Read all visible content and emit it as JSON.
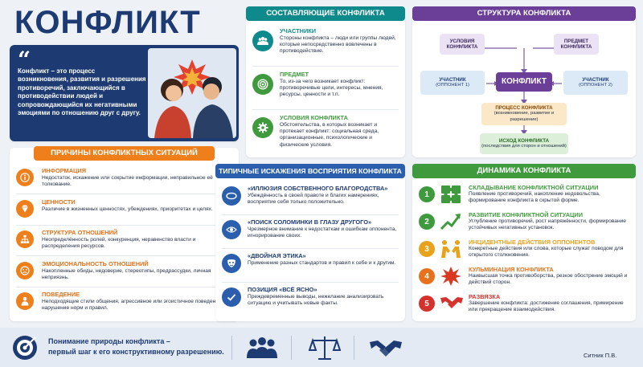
{
  "title": "КОНФЛИКТ",
  "definition": "Конфликт – это процесс возникновения, развития и разрешения противоречий, заключающийся в противодействии людей и сопровождающийся их негативными эмоциями по отношению друг с другу.",
  "components": {
    "header": "СОСТАВЛЯЮЩИЕ КОНФЛИКТА",
    "items": [
      {
        "title": "УЧАСТНИКИ",
        "text": "Стороны конфликта – люди или группы людей, которые непосредственно вовлечены в противодействие.",
        "icon": "people-icon"
      },
      {
        "title": "ПРЕДМЕТ",
        "text": "То, из-за чего возникает конфликт: противоречивые цели, интересы, мнения, ресурсы, ценности и т.п.",
        "icon": "target-icon"
      },
      {
        "title": "УСЛОВИЯ КОНФЛИКТА",
        "text": "Обстоятельства, в которых возникает и протекает конфликт: социальная среда, организационные, психологические и физические условия.",
        "icon": "gear-icon"
      }
    ]
  },
  "structure": {
    "header": "СТРУКТУРА КОНФЛИКТА",
    "conditions": "УСЛОВИЯ КОНФЛИКТА",
    "subject": "ПРЕДМЕТ КОНФЛИКТА",
    "conflict": "КОНФЛИКТ",
    "participant1": "УЧАСТНИК",
    "participant1_sub": "(ОППОНЕНТ 1)",
    "participant2": "УЧАСТНИК",
    "participant2_sub": "(ОППОНЕНТ 2)",
    "process": "ПРОЦЕСС КОНФЛИКТА",
    "process_sub": "(возникновение, развитие и разрешение)",
    "outcome": "ИСХОД КОНФЛИКТА",
    "outcome_sub": "(последствия для сторон и отношений)"
  },
  "causes": {
    "header": "ПРИЧИНЫ КОНФЛИКТНЫХ СИТУАЦИЙ",
    "items": [
      {
        "title": "ИНФОРМАЦИЯ",
        "text": "Недостаток, искажение или сокрытие информации, неправильное её толкование.",
        "icon": "info-icon"
      },
      {
        "title": "ЦЕННОСТИ",
        "text": "Различие в жизненных ценностях, убеждениях, приоритетах и целях.",
        "icon": "diamond-icon"
      },
      {
        "title": "СТРУКТУРА ОТНОШЕНИЙ",
        "text": "Неопределённость ролей, конкуренция, неравенство власти и распределения ресурсов.",
        "icon": "hierarchy-icon"
      },
      {
        "title": "ЭМОЦИОНАЛЬНОСТЬ ОТНОШЕНИЙ",
        "text": "Накопленные обиды, недоверие, стереотипы, предрассудки, личная неприязнь.",
        "icon": "emotion-icon"
      },
      {
        "title": "ПОВЕДЕНИЕ",
        "text": "Неподходящие стили общения, агрессивное или эгоистичное поведение, нарушение норм и правил.",
        "icon": "person-icon"
      }
    ]
  },
  "distortions": {
    "header": "ТИПИЧНЫЕ ИСКАЖЕНИЯ ВОСПРИЯТИЯ КОНФЛИКТА",
    "items": [
      {
        "title": "«ИЛЛЮЗИЯ СОБСТВЕННОГО БЛАГОРОДСТВА»",
        "text": "Убеждённость в своей правоте и благих намерениях, восприятие себя только положительно.",
        "icon": "halo-icon"
      },
      {
        "title": "«ПОИСК СОЛОМИНКИ В ГЛАЗУ ДРУГОГО»",
        "text": "Чрезмерное внимание к недостаткам и ошибкам оппонента, игнорирование своих.",
        "icon": "eye-icon"
      },
      {
        "title": "«ДВОЙНАЯ ЭТИКА»",
        "text": "Применение разных стандартов и правил к себе и к другим.",
        "icon": "mask-icon"
      },
      {
        "title": "ПОЗИЦИЯ «ВСЁ ЯСНО»",
        "text": "Преждевременные выводы, нежелание анализировать ситуацию и учитывать новые факты.",
        "icon": "check-icon"
      }
    ]
  },
  "dynamics": {
    "header": "ДИНАМИКА КОНФЛИКТА",
    "items": [
      {
        "num": "1",
        "title": "СКЛАДЫВАНИЕ КОНФЛИКТНОЙ СИТУАЦИИ",
        "text": "Появление противоречий, накопление недовольства, формирование конфликта в скрытой форме.",
        "icon": "puzzle-icon",
        "color": "#3f9a3d"
      },
      {
        "num": "2",
        "title": "РАЗВИТИЕ КОНФЛИКТНОЙ СИТУАЦИИ",
        "text": "Углубление противоречий, рост напряжённости, формирование устойчивых негативных установок.",
        "icon": "rising-chart-icon",
        "color": "#3f9a3d"
      },
      {
        "num": "3",
        "title": "ИНЦИДЕНТНЫЕ ДЕЙСТВИЯ ОППОНЕНТОВ",
        "text": "Конкретные действия или слова, которые служат поводом для открытого столкновения.",
        "icon": "clash-icon",
        "color": "#e8a21c"
      },
      {
        "num": "4",
        "title": "КУЛЬМИНАЦИЯ КОНФЛИКТА",
        "text": "Наивысшая точка противоборства, резкое обострение эмоций и действий сторон.",
        "icon": "explosion-icon",
        "color": "#e8711c"
      },
      {
        "num": "5",
        "title": "РАЗВЯЗКА",
        "text": "Завершение конфликта: достижение соглашения, примирение или прекращение взаимодействия.",
        "icon": "handshake-icon",
        "color": "#d4322c"
      }
    ]
  },
  "footer": {
    "line1": "Понимание природы конфликта –",
    "line2": "первый шаг к его конструктивному разрешению.",
    "author": "Ситник П.В."
  },
  "colors": {
    "navy": "#1d3b72",
    "teal": "#0f8a8c",
    "purple": "#6b3f97",
    "orange": "#ef7f1a",
    "blue": "#2b5fae",
    "green": "#3f9a3d"
  }
}
